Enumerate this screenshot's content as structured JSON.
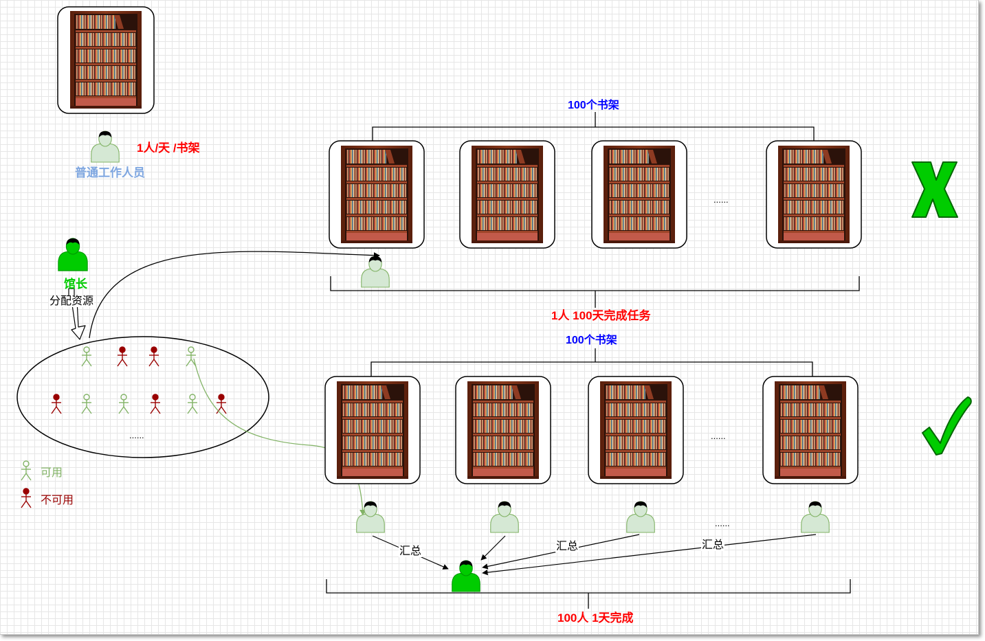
{
  "diagram": {
    "worker_rate": "1人/天 /书架",
    "worker_role": "普通工作人员",
    "curator_label": "馆长",
    "allocate_label": "分配资源",
    "shelves_top_label": "100个书架",
    "shelves_bottom_label": "100个书架",
    "ellipsis": "......",
    "single_result": "1人 100天完成任务",
    "parallel_result": "100人 1天完成",
    "summary_label": "汇总",
    "legend_available": "可用",
    "legend_unavailable": "不可用",
    "wrong_mark": "X",
    "right_mark": "✓"
  },
  "colors": {
    "red_text": "#ff0000",
    "blue_text": "#0000ff",
    "curator_green": "#00cc00",
    "available": "#82b366",
    "available_fill": "#d5e8d4",
    "unavailable": "#990000",
    "worker_label": "#7ea6e0"
  }
}
